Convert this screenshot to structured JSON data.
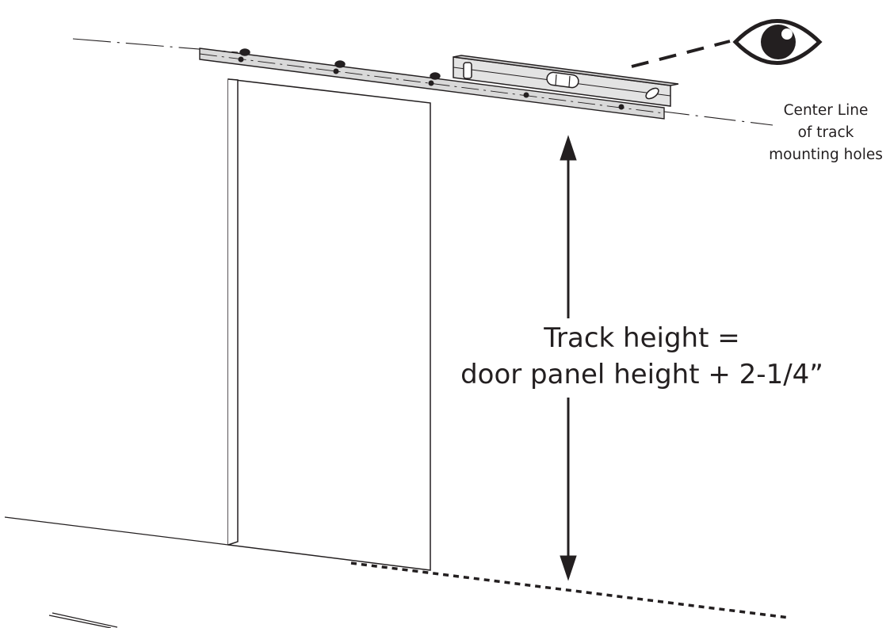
{
  "diagram": {
    "centerline_label": {
      "line1": "Center Line",
      "line2": "of track",
      "line3": "mounting holes"
    },
    "formula": {
      "line1": "Track height =",
      "line2": "door panel height + 2-1/4”"
    },
    "icons": {
      "viewer": "eye-icon",
      "measure": "double-arrow-icon",
      "tool": "spirit-level-icon"
    },
    "colors": {
      "stroke": "#231f20",
      "track_fill": "#d9d9d9",
      "level_fill": "#e3e3e3",
      "background": "#ffffff"
    }
  }
}
